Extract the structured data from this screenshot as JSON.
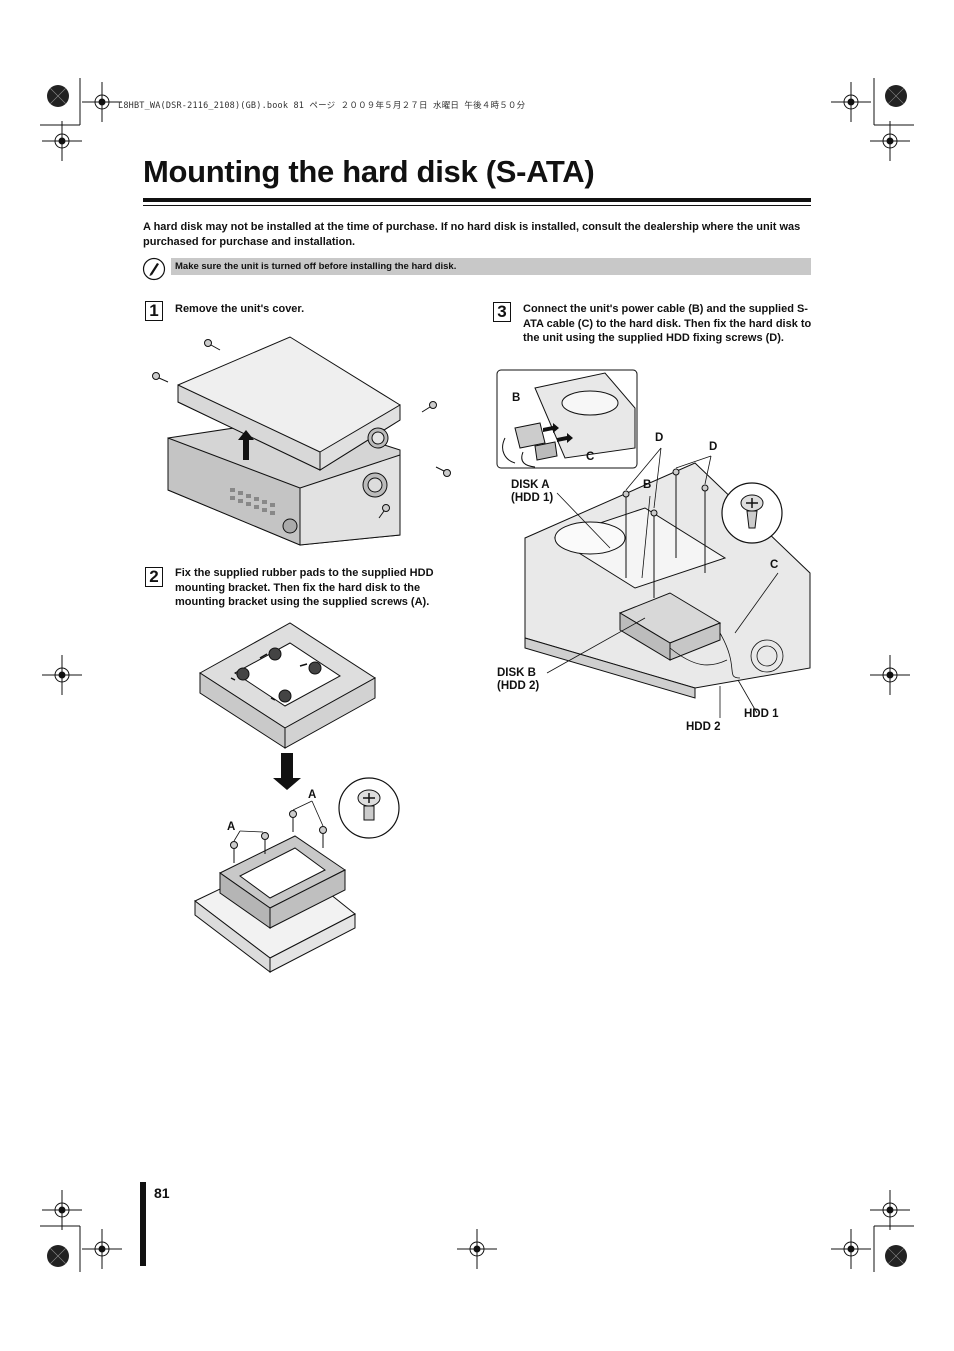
{
  "header": {
    "file_info": "L8HBT_WA(DSR-2116_2108)(GB).book  81 ページ  ２００９年５月２７日  水曜日  午後４時５０分"
  },
  "title": "Mounting the hard disk (S-ATA)",
  "intro_text": "A hard disk may not be installed at the time of purchase. If no hard disk is installed, consult the dealership where the unit was purchased for purchase and installation.",
  "note": {
    "icon": "note-pen-icon",
    "text": "Make sure the unit is turned off before installing the hard disk."
  },
  "steps": [
    {
      "number": "1",
      "text": "Remove the unit's cover."
    },
    {
      "number": "2",
      "text": "Fix the supplied rubber pads to the supplied HDD mounting bracket. Then fix the hard disk to the mounting bracket using the supplied screws (A)."
    },
    {
      "number": "3",
      "text": "Connect the unit's power cable (B) and the supplied S-ATA cable (C) to the hard disk. Then fix the hard disk to the unit using the supplied HDD fixing screws (D)."
    }
  ],
  "figure2_labels": {
    "screw_a_1": "A",
    "screw_a_2": "A"
  },
  "figure3_labels": {
    "inset_b": "B",
    "inset_c": "C",
    "d_left": "D",
    "d_right": "D",
    "b_main": "B",
    "disk_a": "DISK A\n(HDD 1)",
    "c_main": "C",
    "disk_b": "DISK B\n(HDD 2)",
    "hdd1": "HDD 1",
    "hdd2": "HDD 2"
  },
  "page_number": "81"
}
